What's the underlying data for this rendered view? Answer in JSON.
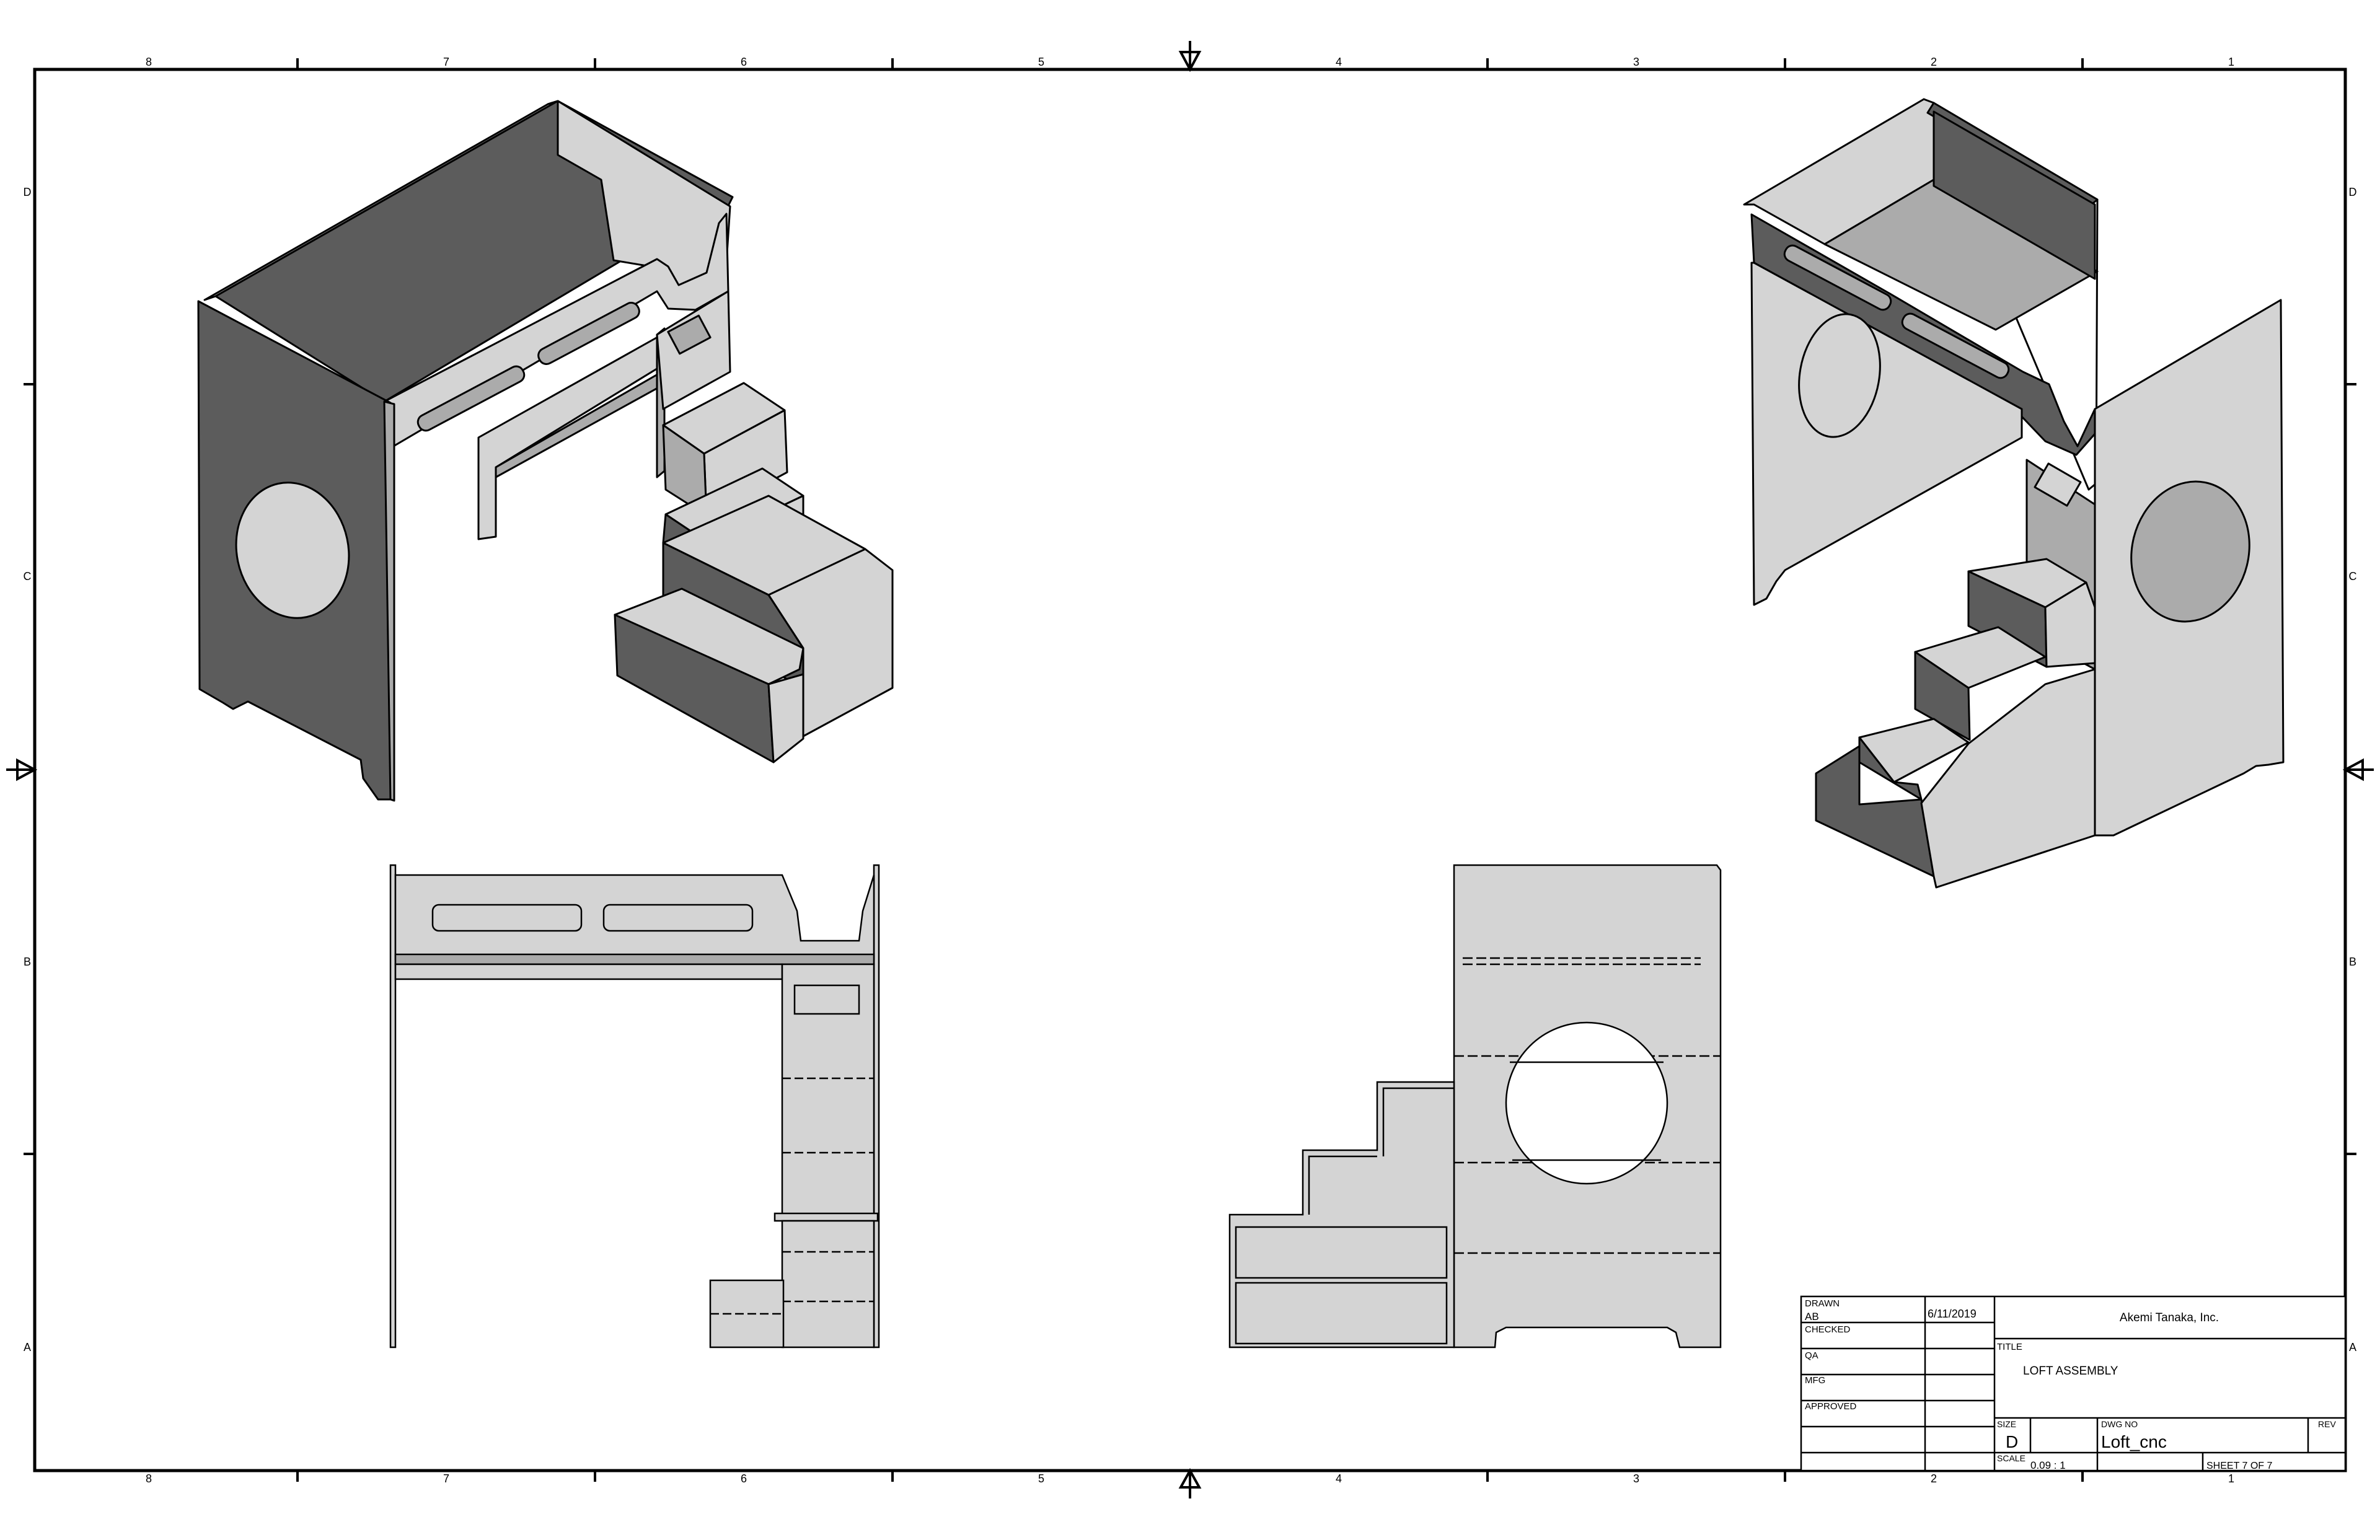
{
  "border": {
    "top_zones": [
      "8",
      "7",
      "6",
      "5",
      "4",
      "3",
      "2",
      "1"
    ],
    "bottom_zones": [
      "8",
      "7",
      "6",
      "5",
      "4",
      "3",
      "2",
      "1"
    ],
    "left_rows": [
      "D",
      "C",
      "B",
      "A"
    ],
    "right_rows": [
      "D",
      "C",
      "B",
      "A"
    ]
  },
  "title_block": {
    "drawn_label": "DRAWN",
    "drawn_by": "AB",
    "drawn_date": "6/11/2019",
    "checked_label": "CHECKED",
    "qa_label": "QA",
    "mfg_label": "MFG",
    "approved_label": "APPROVED",
    "company": "Akemi Tanaka, Inc.",
    "title_label": "TITLE",
    "title": "LOFT ASSEMBLY",
    "size_label": "SIZE",
    "size": "D",
    "dwg_no_label": "DWG NO",
    "dwg_no": "Loft_cnc",
    "rev_label": "REV",
    "scale_label": "SCALE",
    "scale": "0.09 : 1",
    "sheet_label": "SHEET 7  OF 7"
  },
  "views": {
    "iso_left": "isometric-front-view",
    "iso_right": "isometric-rear-view",
    "elev_front": "front-elevation-view",
    "elev_side": "side-elevation-view"
  },
  "colors": {
    "dark_panel": "#5c5c5c",
    "light_panel": "#d4d4d4",
    "mid_panel": "#ababab",
    "line": "#000000"
  }
}
